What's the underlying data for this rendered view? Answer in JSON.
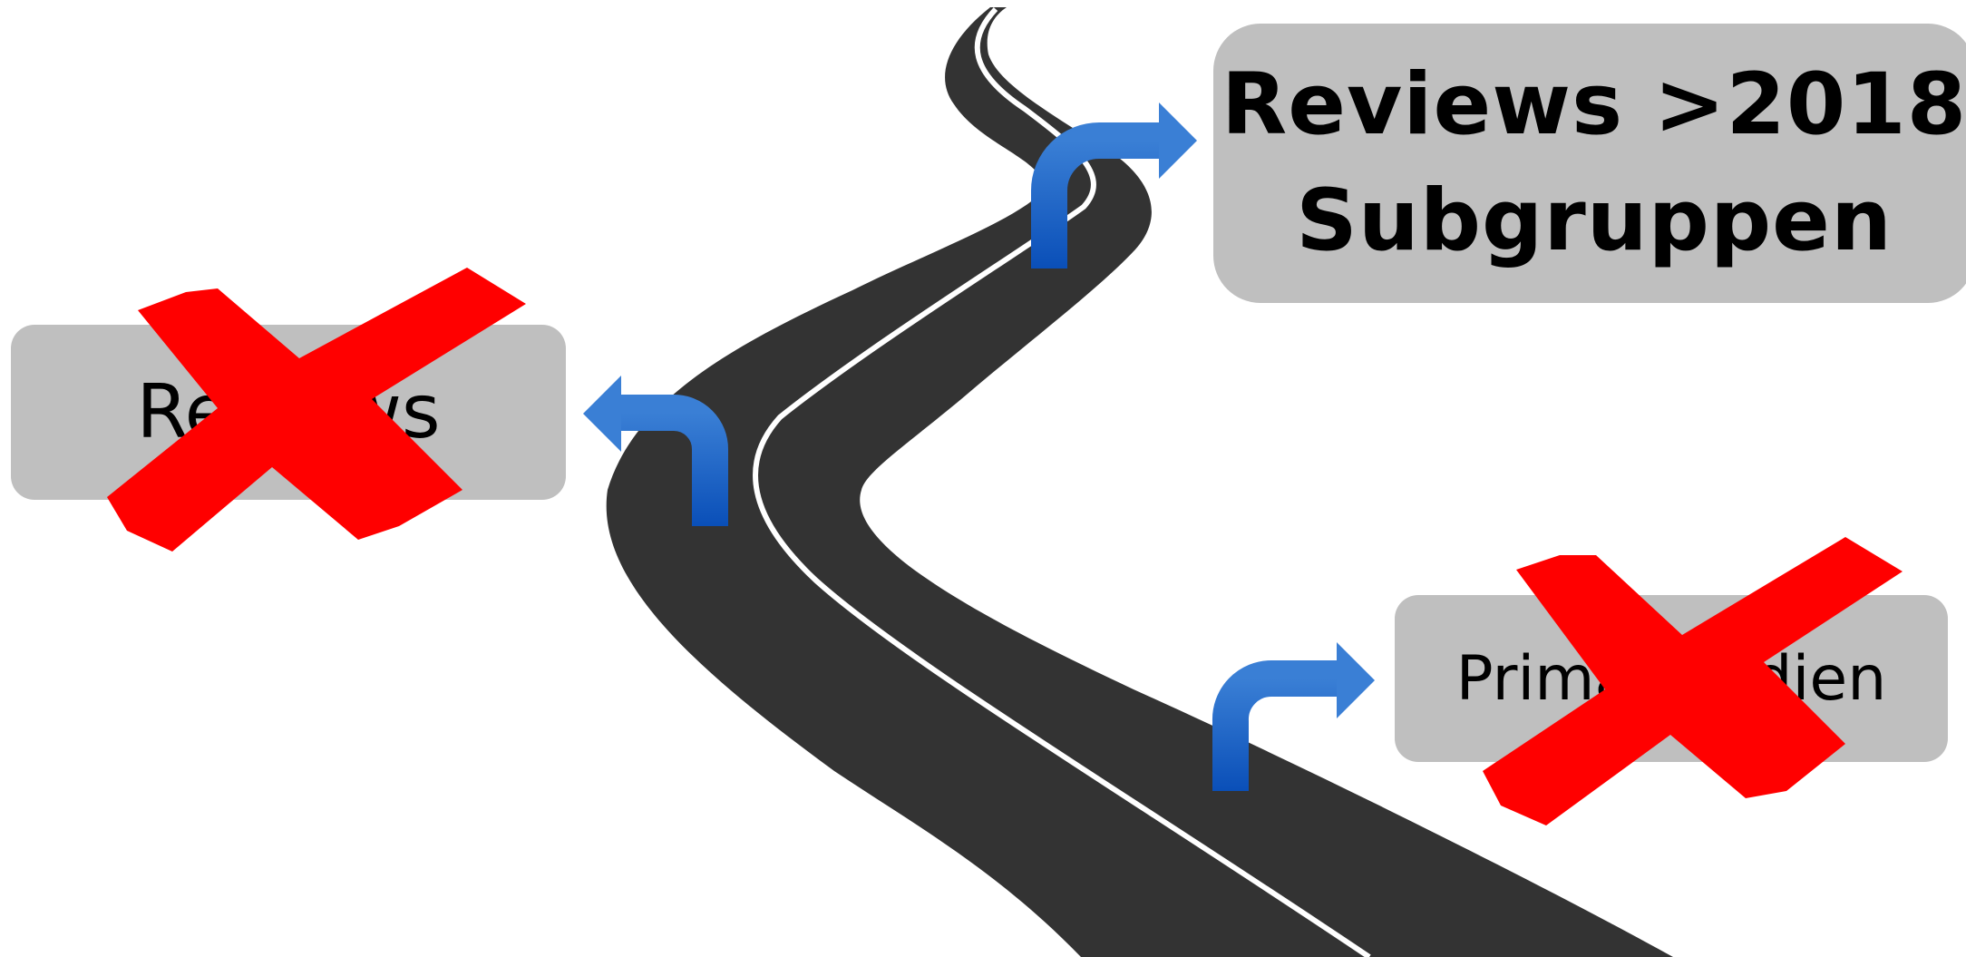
{
  "boxes": {
    "top": {
      "line1": "Reviews >2018",
      "line2": "Subgruppen",
      "crossed": false
    },
    "left": {
      "label": "Reviews",
      "crossed": true
    },
    "right": {
      "label": "Primärstudien",
      "crossed": true
    }
  },
  "colors": {
    "road": "#333333",
    "road_line": "#ffffff",
    "box": "#bfbfbf",
    "arrow_light": "#3a7fd5",
    "arrow_dark": "#0a4fb8",
    "cross": "#ff0000"
  },
  "icons": [
    "road-illustration",
    "turn-right-arrow-icon",
    "turn-left-arrow-icon",
    "cross-mark-icon"
  ]
}
